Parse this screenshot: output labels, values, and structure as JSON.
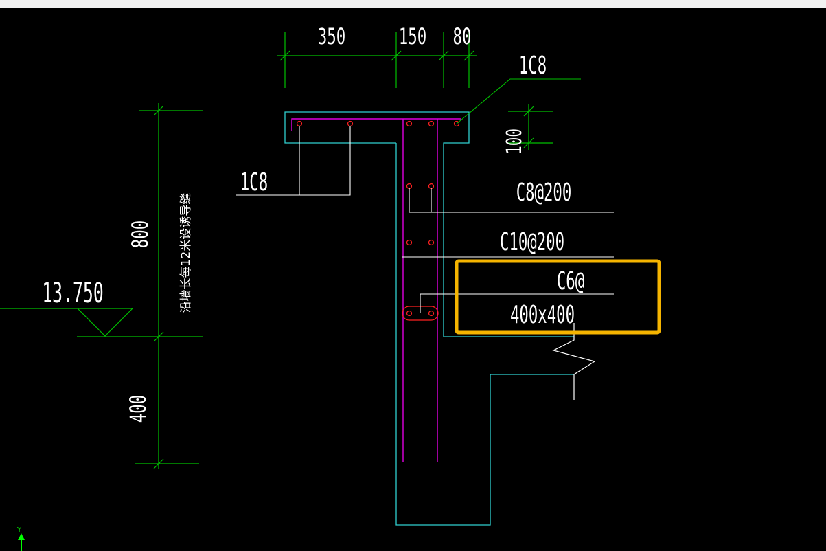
{
  "colors": {
    "background": "#000000",
    "toolbar": "#f2f2f2",
    "dimension": "#00c000",
    "concrete": "#30d0d0",
    "rebar": "#e000e0",
    "bar_dot": "#ff2020",
    "leader": "#ffffff",
    "highlight": "#f5b400"
  },
  "drawing": {
    "dims_top": [
      "350",
      "150",
      "80"
    ],
    "dim_right": "100",
    "dim_left": [
      "800",
      "400"
    ],
    "elevation": "13.750",
    "note_vertical": "沿墙长每12米设诱导缝",
    "labels": {
      "slab_top_bar": "1C8",
      "slab_bottom_bar": "1C8",
      "wall_horizontal": "C8@200",
      "wall_vertical": "C10@200",
      "tie_bar": "C6@",
      "tie_spacing": "400x400"
    }
  },
  "ucs": {
    "y_axis_label": "Y"
  },
  "icons": {
    "ucs": "ucs-axis-icon",
    "break_line": "break-line-icon",
    "elevation_marker": "elevation-triangle-icon"
  }
}
